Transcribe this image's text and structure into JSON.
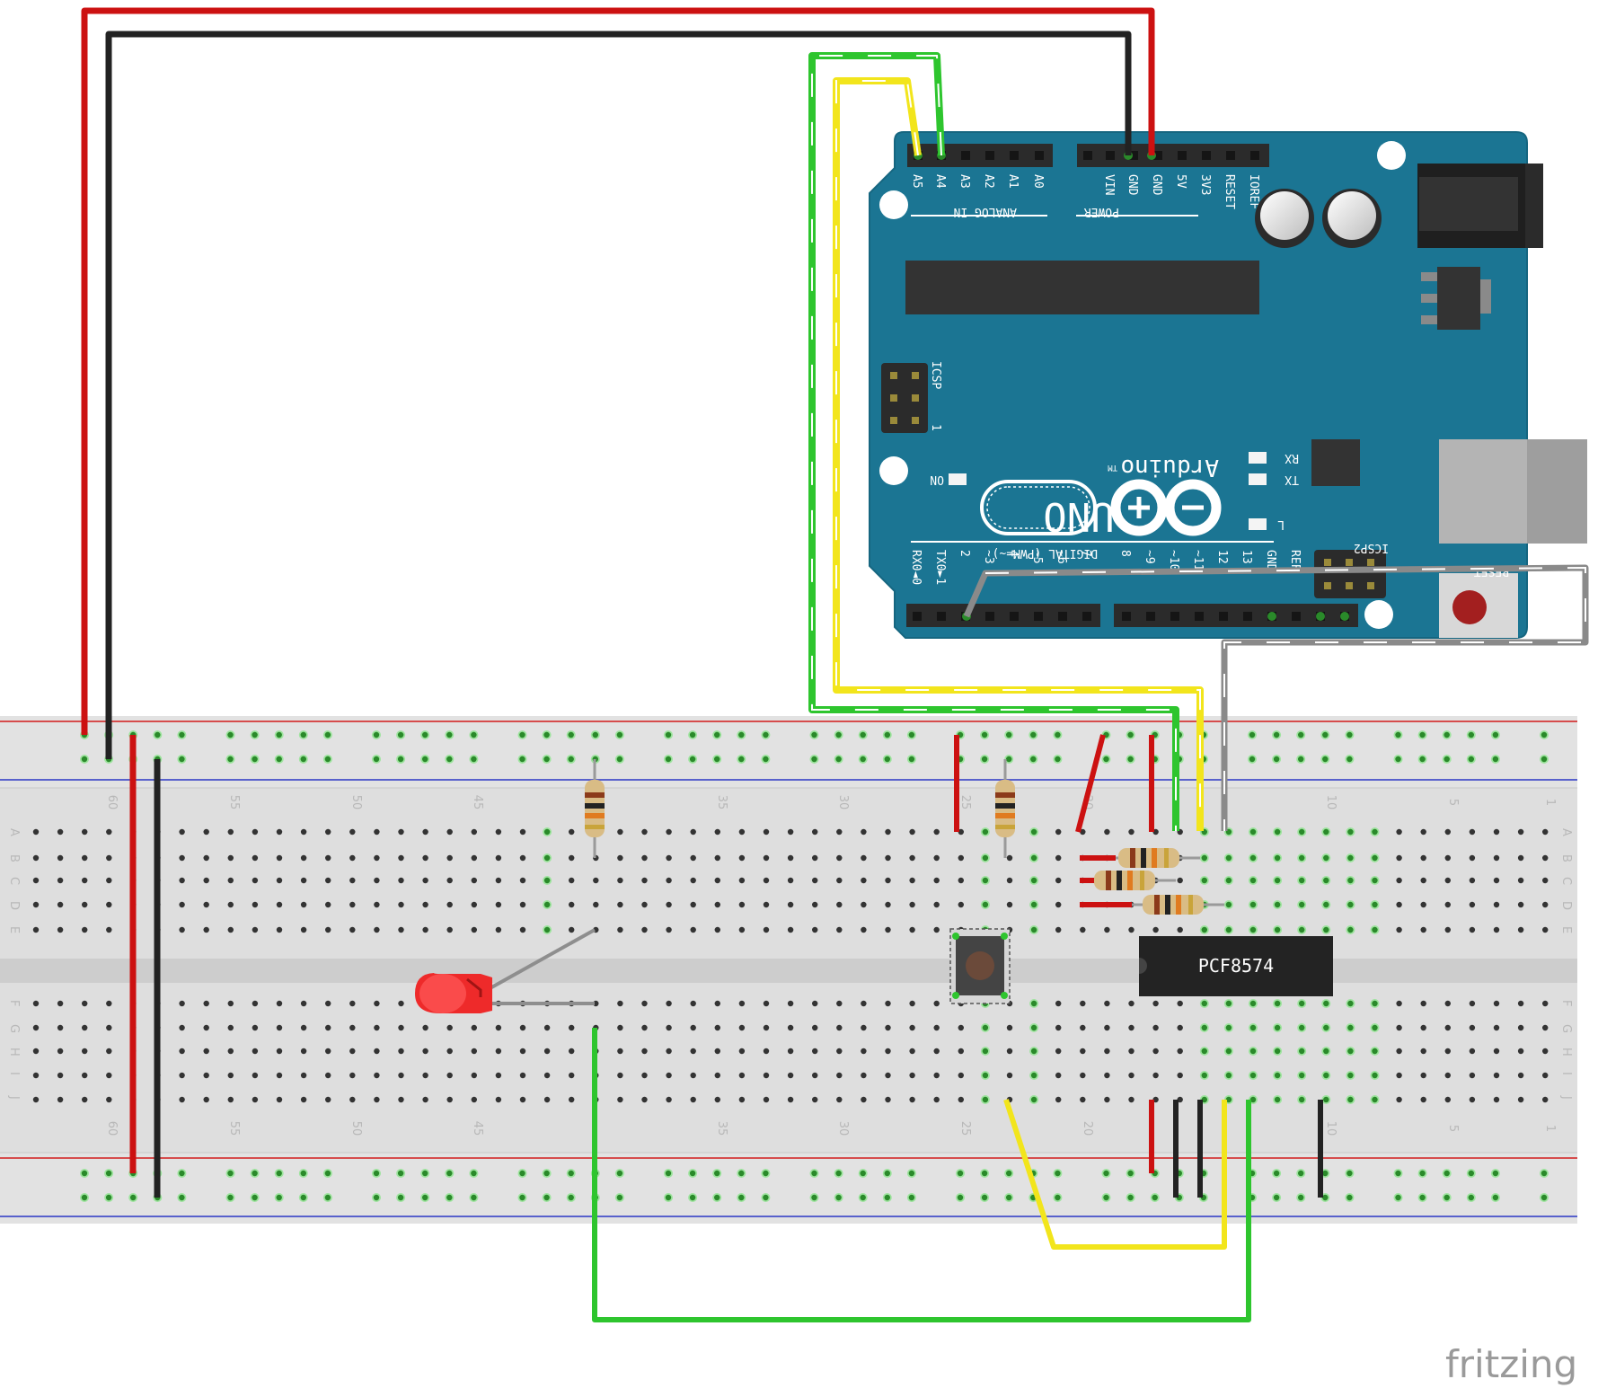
{
  "watermark": "fritzing",
  "arduino": {
    "board_name": "Arduino",
    "board_model": "UNO",
    "trademark": "TM",
    "header_analog": "ANALOG IN",
    "header_power": "POWER",
    "header_digital": "DIGITAL (PWM=~)",
    "icsp": "ICSP",
    "icsp2": "ICSP2",
    "icsp_pin1": "1",
    "reset": "RESET",
    "led_on": "ON",
    "led_rx": "RX",
    "led_tx": "TX",
    "led_l": "L",
    "analog_pins": [
      "A5",
      "A4",
      "A3",
      "A2",
      "A1",
      "A0"
    ],
    "power_pins": [
      "VIN",
      "GND",
      "GND",
      "5V",
      "3V3",
      "RESET",
      "IOREF"
    ],
    "digital_low_pins": [
      "RX0◄0",
      "TX0►1",
      "2",
      "~3",
      "4",
      "~5",
      "~6",
      "7"
    ],
    "digital_high_pins": [
      "8",
      "~9",
      "~10",
      "~11",
      "12",
      "13",
      "GND",
      "REF"
    ]
  },
  "ic": {
    "label": "PCF8574"
  },
  "breadboard": {
    "rows_top": [
      "A",
      "B",
      "C",
      "D",
      "E"
    ],
    "rows_bottom": [
      "F",
      "G",
      "H",
      "I",
      "J"
    ],
    "column_numbers": [
      "60",
      "55",
      "50",
      "45",
      "35",
      "30",
      "25",
      "20",
      "10",
      "5",
      "1"
    ]
  },
  "colors": {
    "board_blue": "#1b7593",
    "wire_red": "#cc1111",
    "wire_black": "#222222",
    "wire_green": "#2ec52e",
    "wire_yellow": "#f2e51c",
    "wire_gray": "#808080",
    "led_red": "#ee2a2a"
  }
}
